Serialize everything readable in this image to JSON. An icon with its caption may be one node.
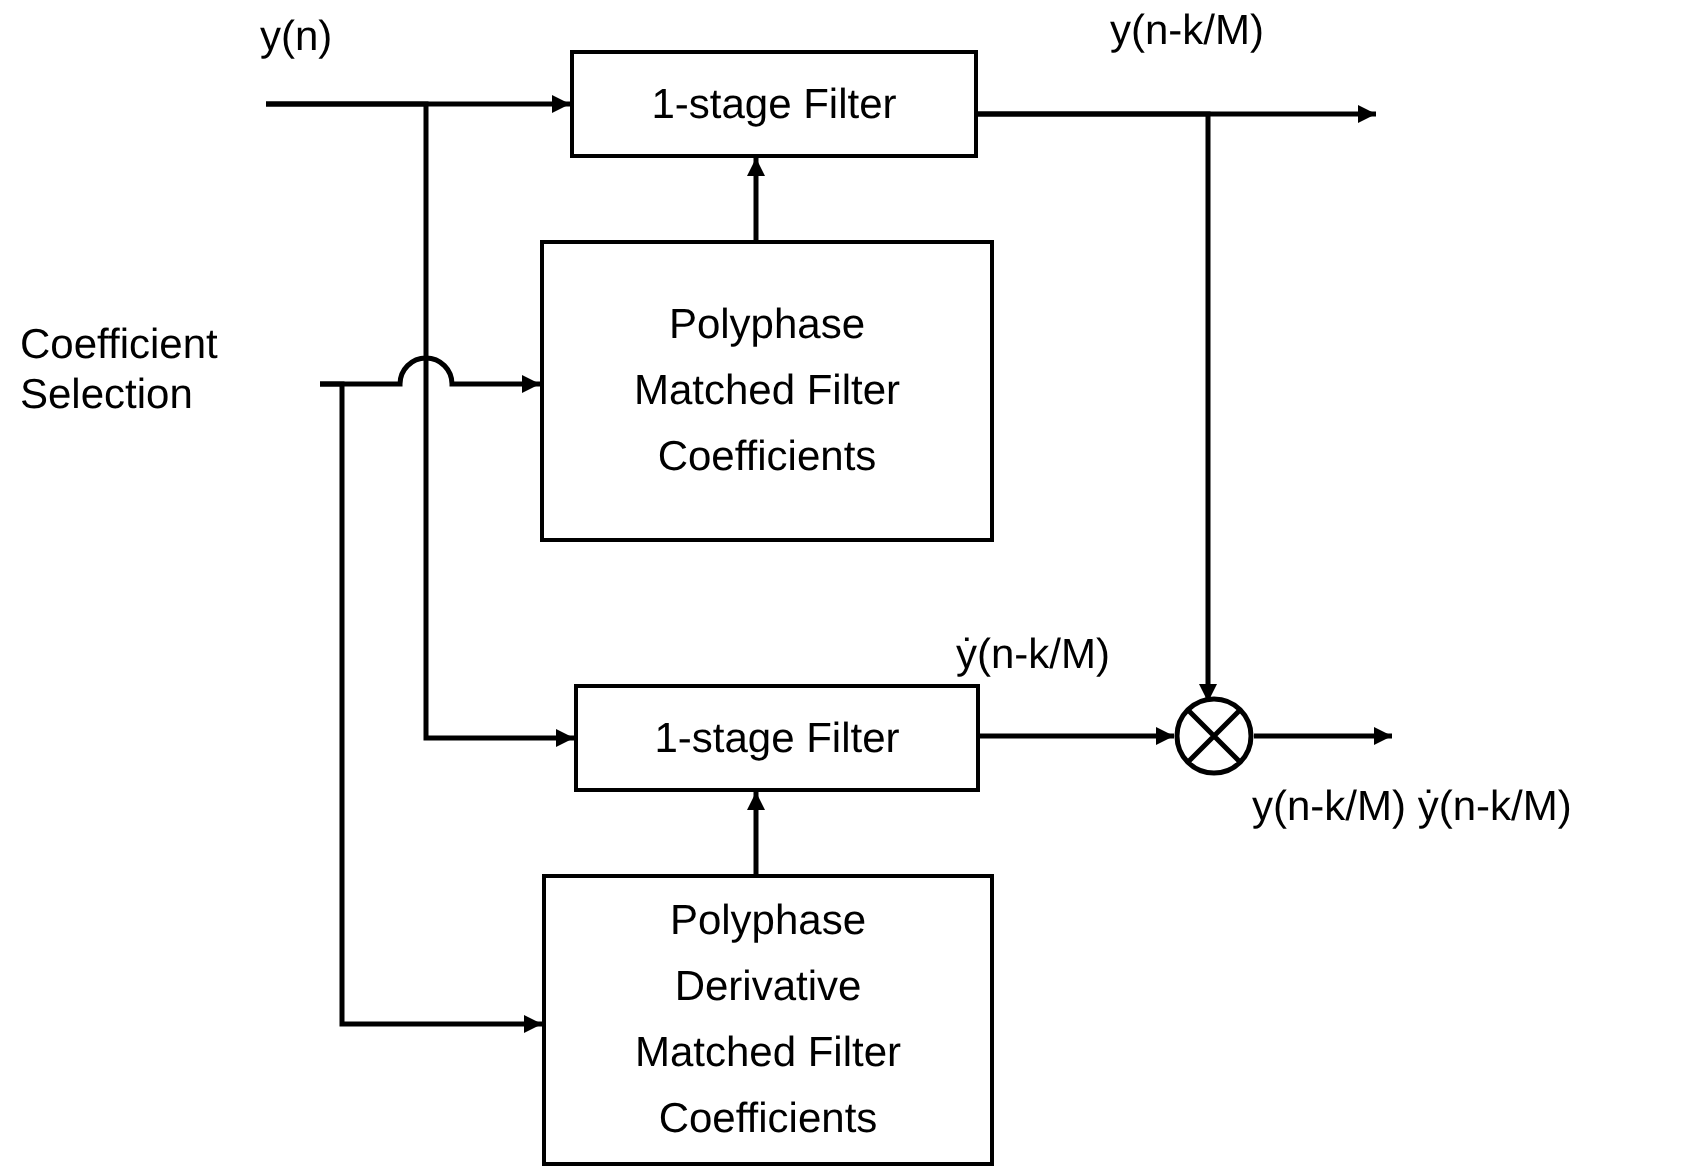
{
  "diagram": {
    "nodes": [
      {
        "text": [
          "y(n)"
        ]
      },
      {
        "text": [
          "Coefficient Selection"
        ]
      },
      {
        "text": [
          "1-stage Filter"
        ]
      },
      {
        "text": [
          "Polyphase Matched Filter Coefficients"
        ]
      },
      {
        "text": [
          "1-stage Filter"
        ]
      },
      {
        "text": [
          "Polyphase Derivative Matched Filter Coefficients"
        ]
      },
      {
        "text": [],
        "shape": "circle"
      }
    ],
    "edges": [
      {
        "from": 0,
        "to": 2,
        "arrow": "to"
      },
      {
        "from": 0,
        "to": 4,
        "arrow": "to"
      },
      {
        "from": 1,
        "to": 3,
        "arrow": "to"
      },
      {
        "from": 1,
        "to": 5,
        "arrow": "to"
      },
      {
        "from": 3,
        "to": 2,
        "arrow": "to"
      },
      {
        "from": 5,
        "to": 4,
        "arrow": "to"
      },
      {
        "from": 2,
        "to": null,
        "arrow": "to"
      },
      {
        "from": 2,
        "to": 6,
        "arrow": "to"
      },
      {
        "from": 4,
        "to": 6,
        "arrow": "to"
      },
      {
        "from": 6,
        "to": null,
        "arrow": "to"
      }
    ],
    "labels": [
      "y(n-k/M)",
      "ẏ(n-k/M)",
      "y(n-k/M) ẏ(n-k/M)"
    ]
  }
}
